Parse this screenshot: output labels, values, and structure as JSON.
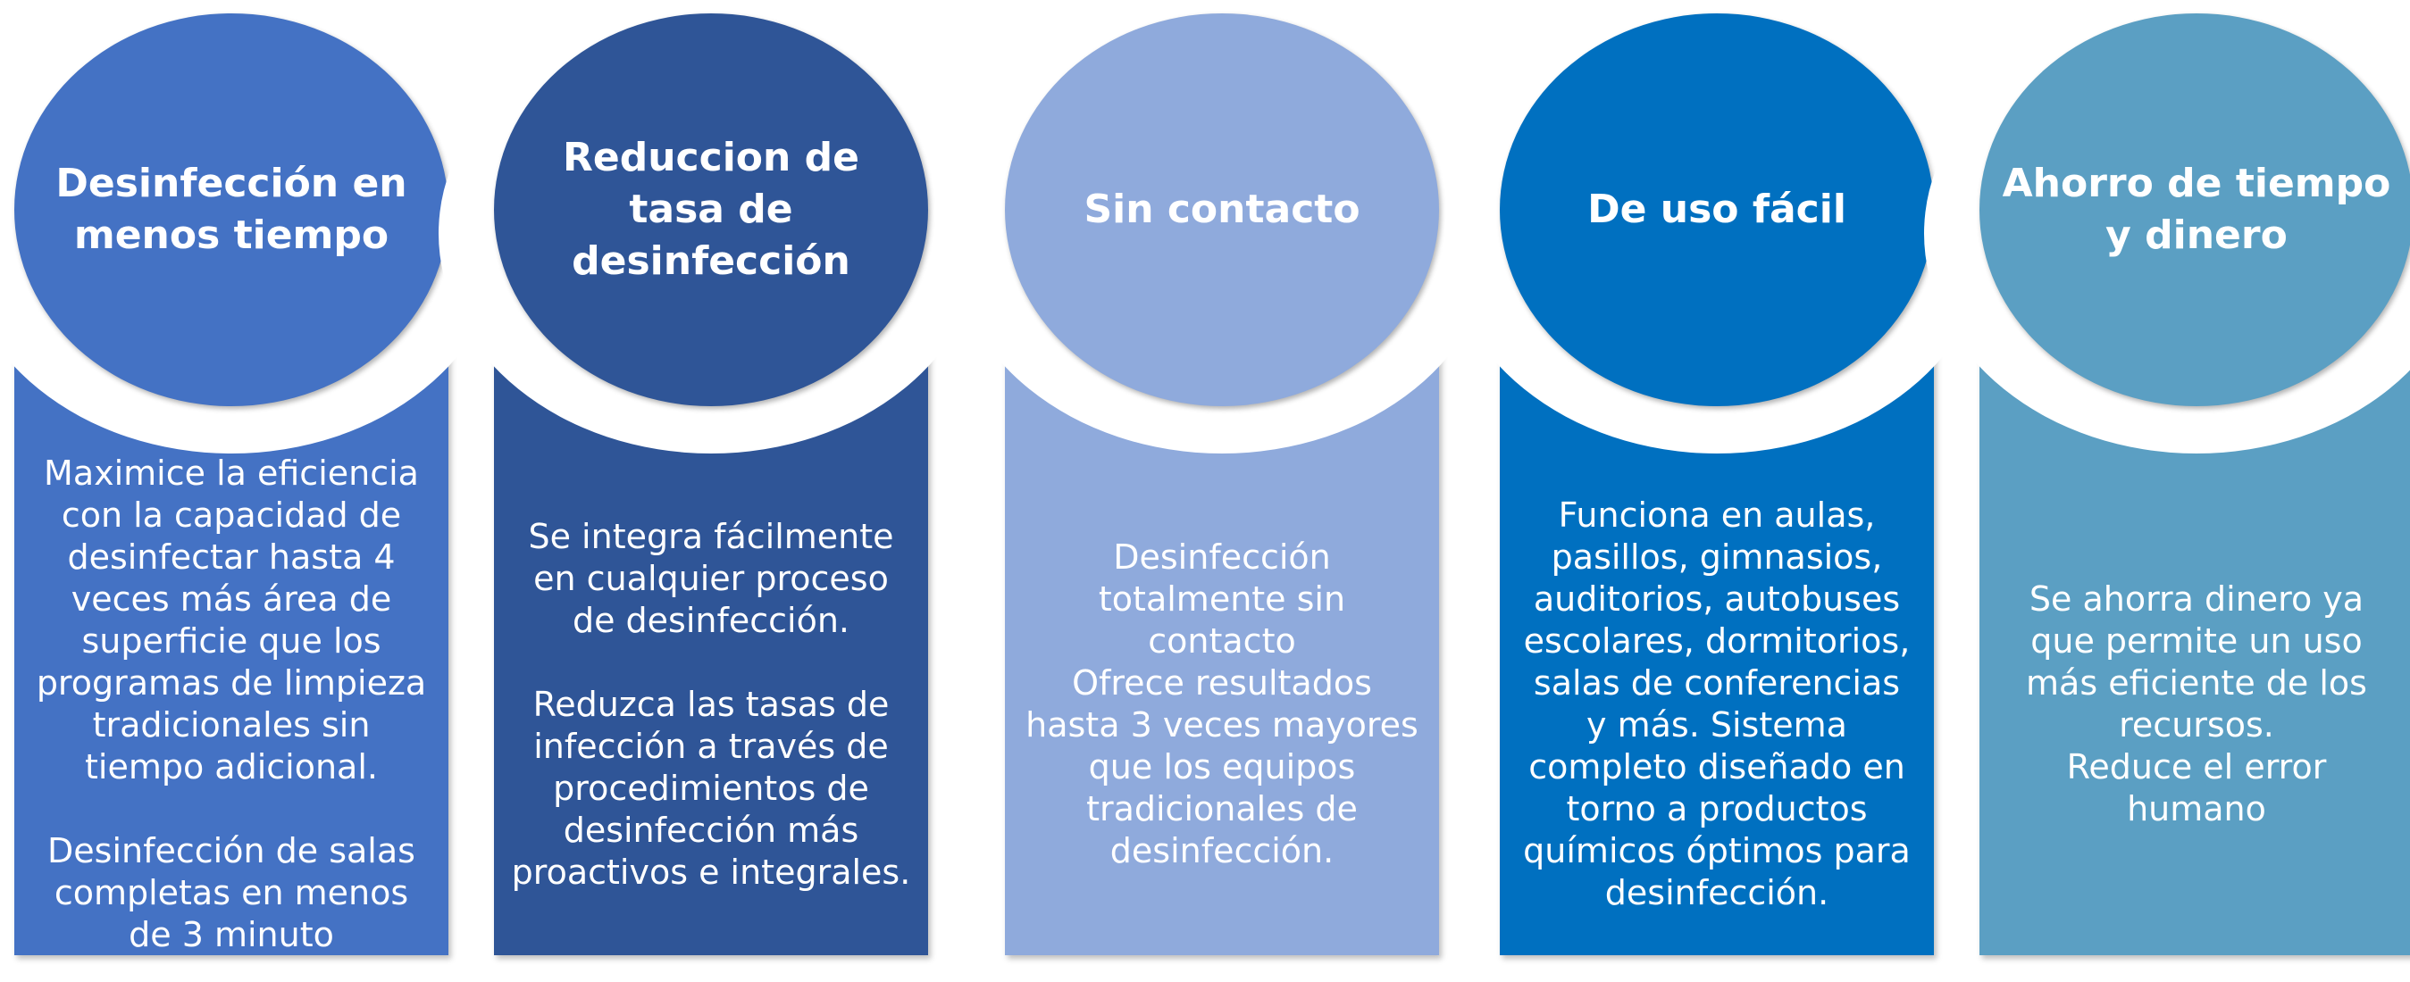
{
  "cards": [
    {
      "title": "Desinfección en\nmenos tiempo",
      "body": "Maximice la eficiencia\ncon la capacidad de\ndesinfectar hasta 4\nveces más área de\nsuperficie que los\nprogramas de limpieza\ntradicionales sin\ntiempo adicional.\n\nDesinfección de salas\ncompletas en menos\nde 3 minuto",
      "color": "#4472C4"
    },
    {
      "title": "Reduccion de\ntasa de\ndesinfección",
      "body": "Se integra fácilmente\nen cualquier proceso\nde desinfección.\n\nReduzca las tasas de\ninfección a través de\nprocedimientos de\ndesinfección más\nproactivos e integrales.",
      "color": "#2F5597"
    },
    {
      "title": "Sin contacto",
      "body": "Desinfección\ntotalmente sin\ncontacto\nOfrece resultados\nhasta 3 veces mayores\nque los equipos\ntradicionales de\ndesinfección.",
      "color": "#8FAADC"
    },
    {
      "title": "De uso fácil",
      "body": "Funciona en aulas,\npasillos, gimnasios,\nauditorios, autobuses\nescolares, dormitorios,\nsalas de conferencias\ny más. Sistema\ncompleto diseñado en\ntorno a productos\nquímicos óptimos para\ndesinfección.",
      "color": "#0070C0"
    },
    {
      "title": "Ahorro de tiempo\ny dinero",
      "body": "Se ahorra dinero ya\nque permite un uso\nmás eficiente de los\nrecursos.\nReduce el error\nhumano",
      "color": "#5B9FC3"
    }
  ]
}
